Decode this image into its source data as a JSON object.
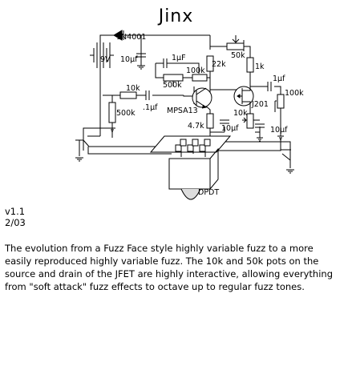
{
  "title": "Jinx",
  "version": "v1.1",
  "date": "2/03",
  "description": "The evolution from a Fuzz Face style highly variable fuzz to a more easily reproduced highly variable fuzz. The 10k and 50k pots on the source and drain of the JFET are highly interactive, allowing everything from \"soft attack\" fuzz effects to octave up to regular fuzz tones.",
  "labels": {
    "diode": "1N4001",
    "battery": "9V",
    "cap_supply": "10µf",
    "cap_1uf_top": "1µF",
    "pot_500k": "500k",
    "res_100k_mid": "100k",
    "res_22k": "22k",
    "pot_50k": "50k",
    "res_1k": "1k",
    "cap_1uf_out": "1µf",
    "pot_100k_out": "100k",
    "res_10k_in": "10k",
    "res_500k_in": "500k",
    "cap_01_in": ".1µf",
    "transistor_bjt": "MPSA13",
    "res_4_7k": "4.7k",
    "cap_10uf_emitter": "10µf",
    "transistor_jfet": "J201",
    "pot_10k_source": "10k",
    "cap_10uf_source": "10µf",
    "switch": "DPDT"
  }
}
